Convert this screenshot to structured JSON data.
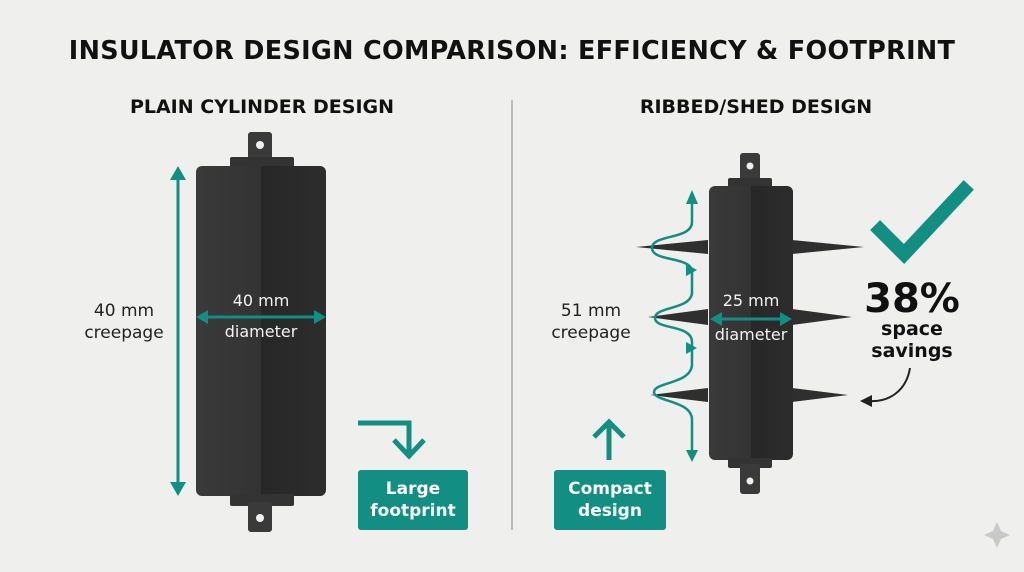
{
  "title": "INSULATOR DESIGN COMPARISON: EFFICIENCY & FOOTPRINT",
  "left": {
    "heading": "PLAIN CYLINDER DESIGN",
    "creepage_value": "40 mm",
    "creepage_label": "creepage",
    "diameter_value": "40 mm",
    "diameter_label": "diameter",
    "badge_line1": "Large",
    "badge_line2": "footprint"
  },
  "right": {
    "heading": "RIBBED/SHED DESIGN",
    "creepage_value": "51 mm",
    "creepage_label": "creepage",
    "diameter_value": "25 mm",
    "diameter_label": "diameter",
    "badge_line1": "Compact",
    "badge_line2": "design",
    "savings_percent": "38%",
    "savings_line1": "space",
    "savings_line2": "savings"
  },
  "colors": {
    "accent": "#138e82",
    "body": "#2f2f2f",
    "background": "#efefee"
  },
  "icons": {
    "checkmark": "checkmark-icon",
    "arrow_down_right": "bent-arrow-down-icon",
    "arrow_up": "arrow-up-icon",
    "curved_arrow": "curved-arrow-icon"
  }
}
